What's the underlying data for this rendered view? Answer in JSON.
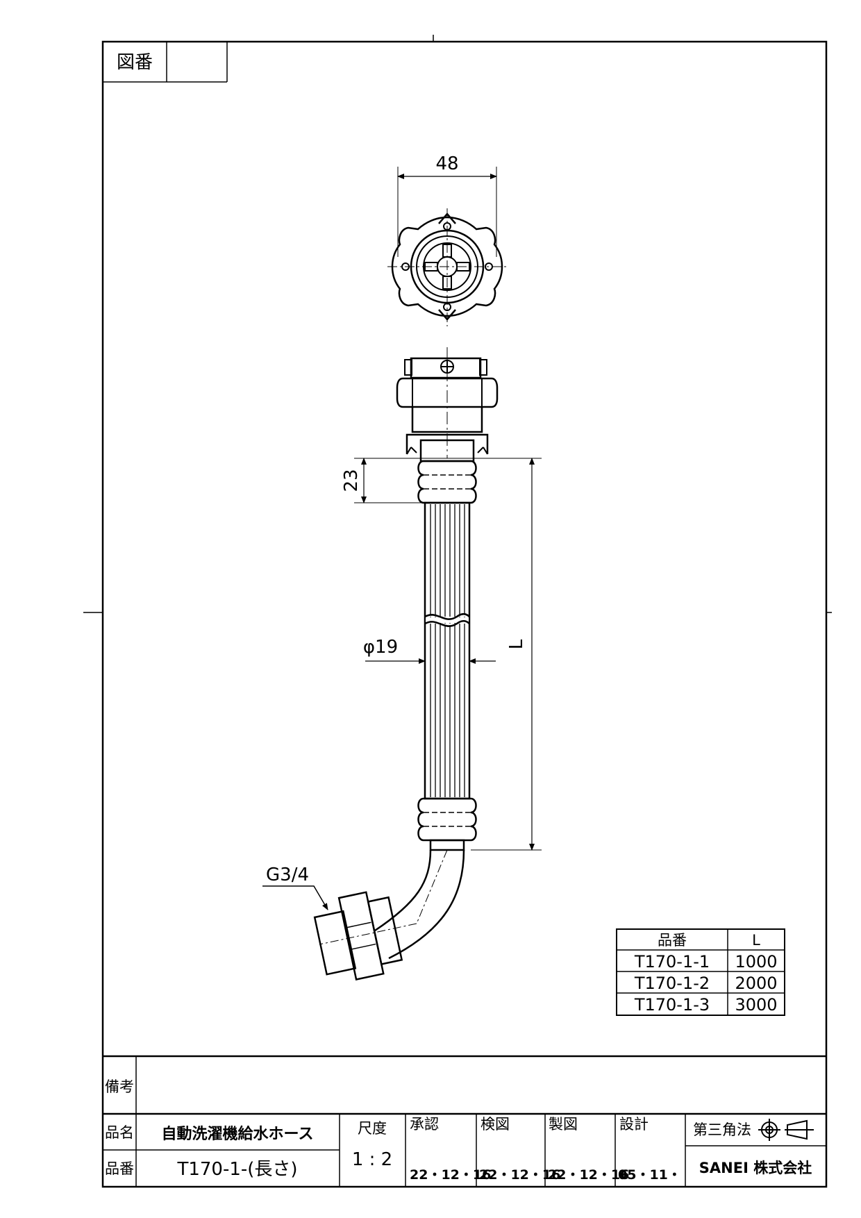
{
  "drawing_number": {
    "label": "図番",
    "value": ""
  },
  "dimensions": {
    "width": "48",
    "ring_height": "23",
    "hose_diameter": "φ19",
    "length": "L",
    "thread": "G3/4"
  },
  "length_table": {
    "headers": [
      "品番",
      "L"
    ],
    "rows": [
      [
        "T170-1-1",
        "1000"
      ],
      [
        "T170-1-2",
        "2000"
      ],
      [
        "T170-1-3",
        "3000"
      ]
    ]
  },
  "title_block": {
    "remarks_label": "備考",
    "remarks_value": "",
    "name_label": "品名",
    "name_value": "自動洗濯機給水ホース",
    "number_label": "品番",
    "number_value": "T170-1-(長さ)",
    "scale_label": "尺度",
    "scale_value": "1 : 2",
    "approval_label": "承認",
    "approval_date": "22・12・16",
    "check_label": "検図",
    "check_date": "22・12・16",
    "drawn_label": "製図",
    "drawn_date": "22・12・16",
    "design_label": "設計",
    "design_date": "05・11・",
    "projection": "第三角法",
    "company": "SANEI 株式会社"
  }
}
